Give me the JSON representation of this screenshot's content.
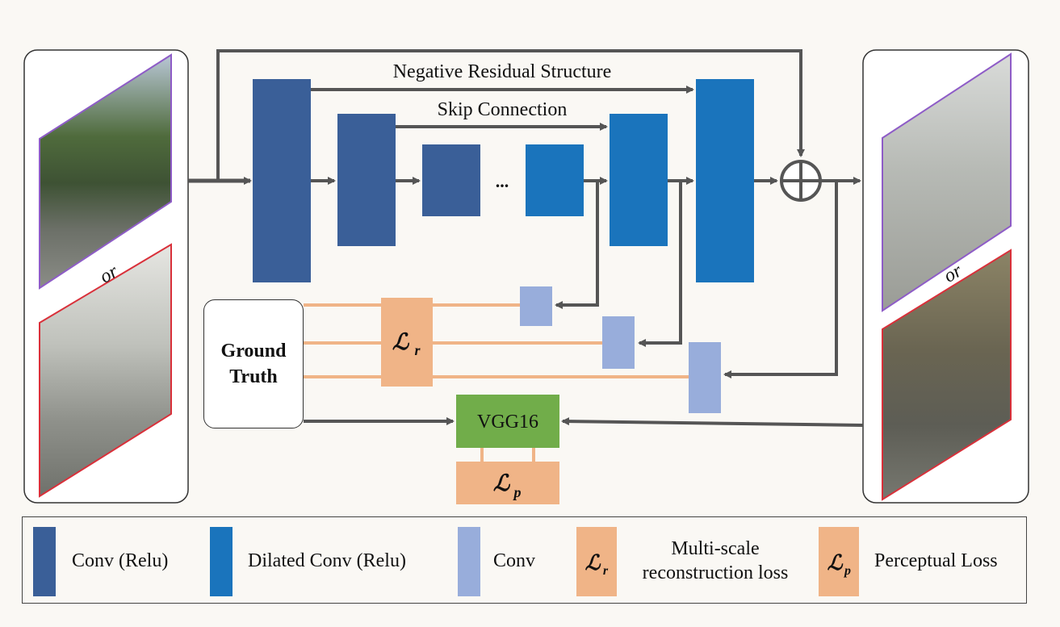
{
  "labels": {
    "negative_residual": "Negative Residual Structure",
    "skip_connection": "Skip Connection",
    "ellipsis": "...",
    "or_left": "or",
    "or_right": "or",
    "vgg": "VGG16",
    "lr_symbol": "ℒ",
    "lr_sub": "r",
    "lp_symbol": "ℒ",
    "lp_sub": "p"
  },
  "ground_truth": {
    "line1": "Ground",
    "line2": "Truth"
  },
  "legend": {
    "conv_relu": "Conv (Relu)",
    "dilated_conv_relu": "Dilated Conv (Relu)",
    "conv": "Conv",
    "multi_scale_line1": "Multi-scale",
    "multi_scale_line2": "reconstruction loss",
    "perceptual_loss": "Perceptual Loss"
  },
  "colors": {
    "conv_relu": "#3a5f98",
    "dilated_conv": "#1a74bc",
    "conv": "#98addb",
    "loss": "#f0b487",
    "vgg": "#71ad4a",
    "arrow": "#555555",
    "loss_line": "#f0b487"
  }
}
